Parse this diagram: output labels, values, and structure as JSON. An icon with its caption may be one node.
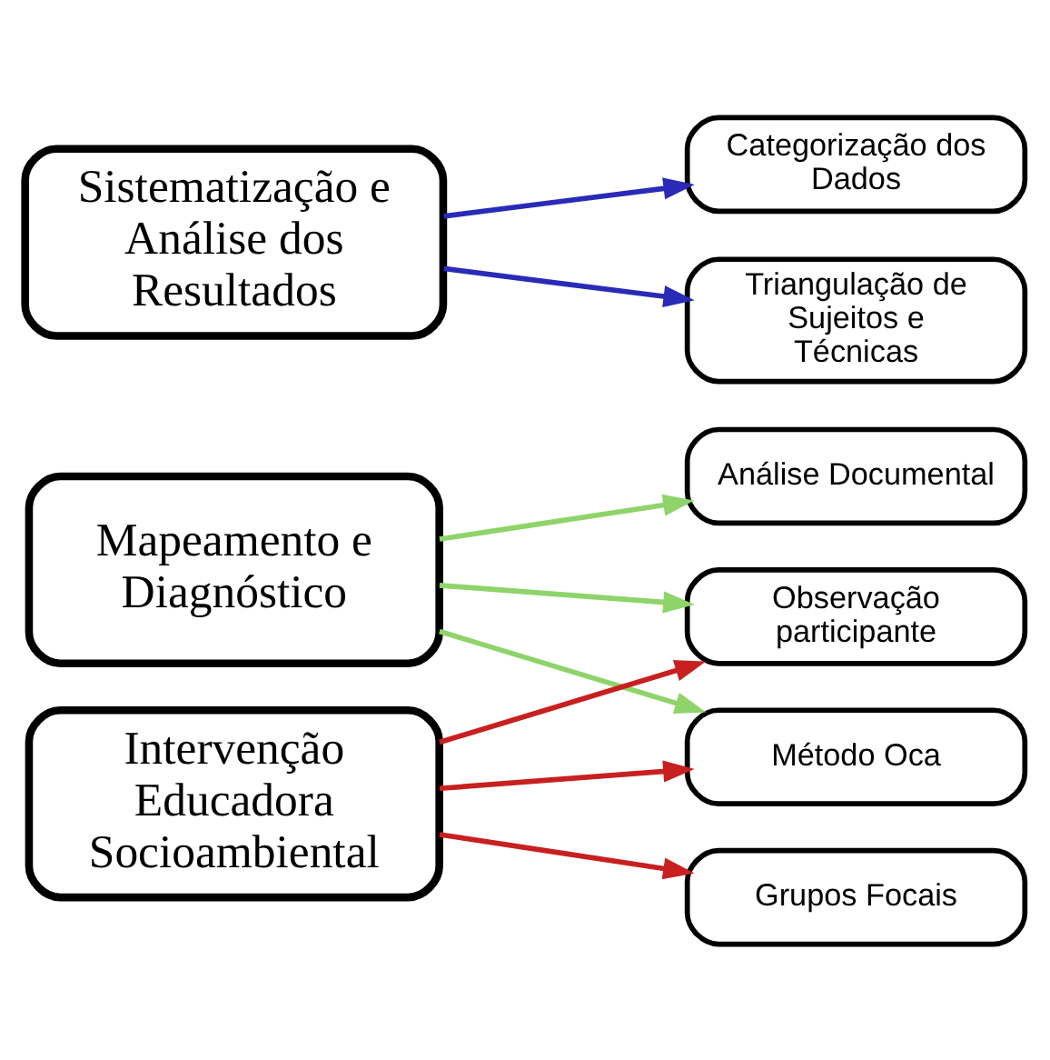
{
  "diagram": {
    "nodes": [
      {
        "text": [
          "Mapeamento e Diagnóstico"
        ]
      },
      {
        "text": [
          "Intervenção Educadora Socioambiental"
        ]
      },
      {
        "text": [
          "Sistematização e Análise dos Resultados"
        ]
      },
      {
        "text": [
          "Análise Documental"
        ]
      },
      {
        "text": [
          "Observação participante"
        ]
      },
      {
        "text": [
          "Método Oca"
        ]
      },
      {
        "text": [
          "Grupos Focais"
        ]
      },
      {
        "text": [
          "Categorização dos Dados"
        ]
      },
      {
        "text": [
          "Triangulação de Sujeitos e Técnicas"
        ]
      }
    ],
    "edges": [
      {
        "from": 0,
        "to": 3,
        "arrow": "to",
        "color": "#8ed46a"
      },
      {
        "from": 0,
        "to": 4,
        "arrow": "to",
        "color": "#8ed46a"
      },
      {
        "from": 0,
        "to": 5,
        "arrow": "to",
        "color": "#8ed46a"
      },
      {
        "from": 1,
        "to": 4,
        "arrow": "to",
        "color": "#c82020"
      },
      {
        "from": 1,
        "to": 5,
        "arrow": "to",
        "color": "#c82020"
      },
      {
        "from": 1,
        "to": 6,
        "arrow": "to",
        "color": "#c82020"
      },
      {
        "from": 2,
        "to": 7,
        "arrow": "to",
        "color": "#2a2ab8"
      },
      {
        "from": 2,
        "to": 8,
        "arrow": "to",
        "color": "#2a2ab8"
      }
    ]
  }
}
